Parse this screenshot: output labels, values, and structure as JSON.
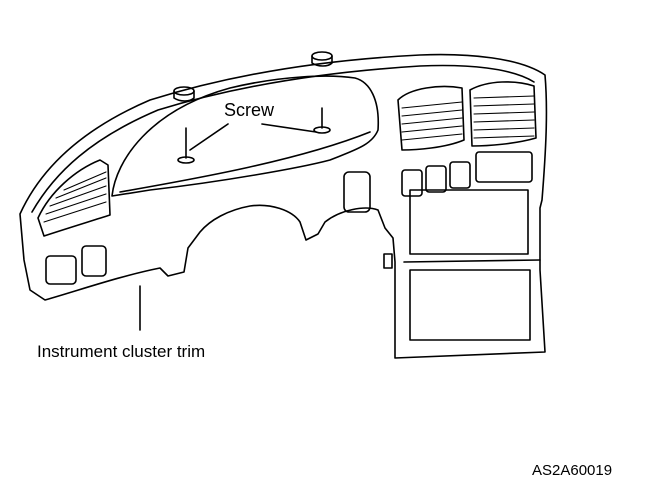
{
  "diagram": {
    "callouts": {
      "screw": "Screw",
      "trim": "Instrument cluster trim"
    },
    "figure_code": "AS2A60019"
  },
  "colors": {
    "line": "#000000",
    "background": "#ffffff"
  }
}
